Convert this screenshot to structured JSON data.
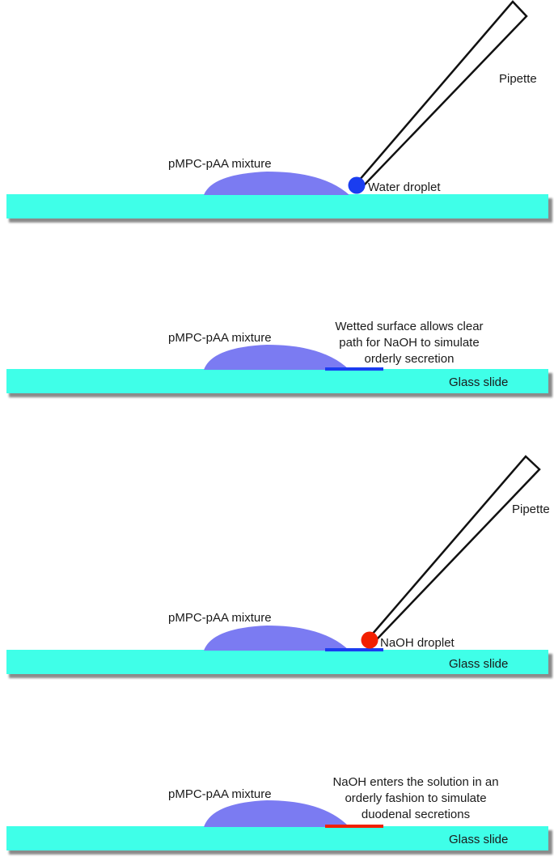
{
  "colors": {
    "slide": "#3fffe8",
    "slide_shadow": "#8a8a8a",
    "mixture": "#7b7bf2",
    "water": "#1a3df0",
    "naoh": "#f22000",
    "pipette_stroke": "#111111"
  },
  "panels": [
    {
      "mixture_label": "pMPC-pAA mixture",
      "droplet_label": "Water droplet",
      "pipette_label": "Pipette",
      "droplet": "water",
      "has_pipette": true,
      "surface_line": "none"
    },
    {
      "mixture_label": "pMPC-pAA mixture",
      "note_lines": [
        "Wetted surface allows clear",
        "path for NaOH to simulate",
        "orderly secretion"
      ],
      "slide_label": "Glass slide",
      "has_pipette": false,
      "surface_line": "water"
    },
    {
      "mixture_label": "pMPC-pAA mixture",
      "droplet_label": "NaOH droplet",
      "pipette_label": "Pipette",
      "slide_label": "Glass slide",
      "droplet": "naoh",
      "has_pipette": true,
      "surface_line": "water"
    },
    {
      "mixture_label": "pMPC-pAA mixture",
      "note_lines": [
        "NaOH enters the solution in an",
        "orderly fashion to simulate",
        "duodenal secretions"
      ],
      "slide_label": "Glass slide",
      "has_pipette": false,
      "surface_line": "naoh"
    }
  ]
}
